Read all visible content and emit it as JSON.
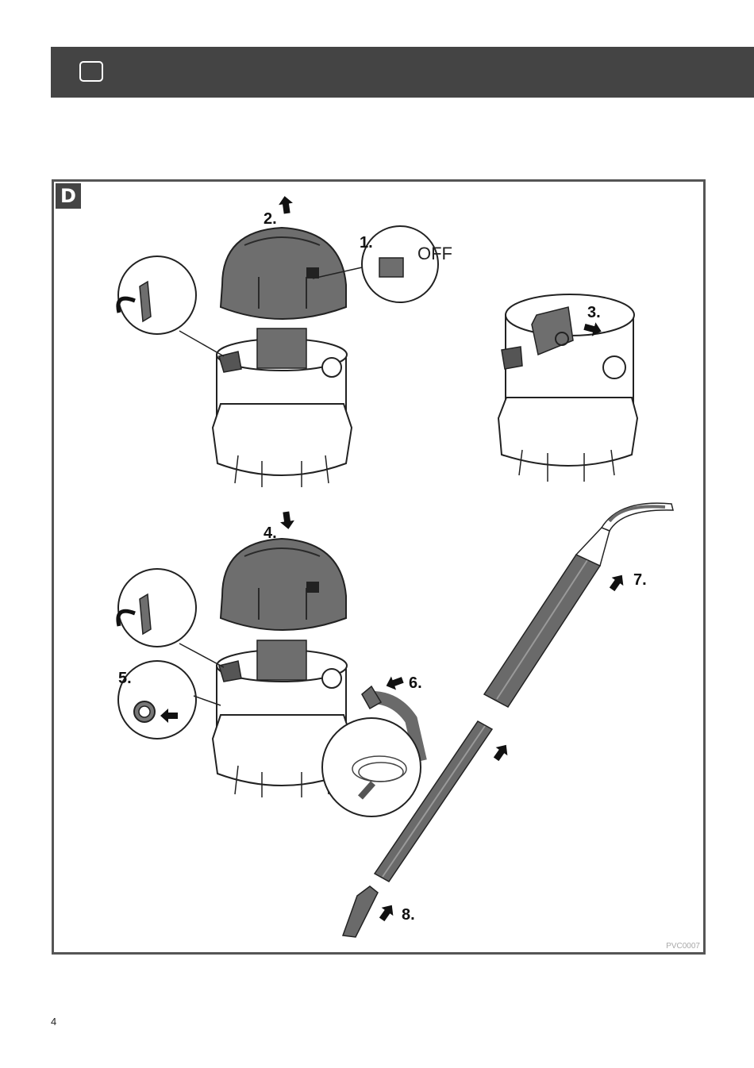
{
  "header": {
    "language_indicator": ""
  },
  "figure": {
    "section_letter": "D",
    "steps": [
      "1.",
      "2.",
      "3.",
      "4.",
      "5.",
      "6.",
      "7.",
      "8."
    ],
    "switch_label": "OFF",
    "reference_code": "PVC0007"
  },
  "footer": {
    "page_number": "4"
  },
  "colors": {
    "header": "#444444",
    "lid": "#6e6e6e",
    "tube": "#6a6a6a",
    "outline": "#222222"
  },
  "icons": [
    "up-arrow-icon",
    "down-arrow-icon",
    "push-arrow-icon",
    "curved-arrow-icon",
    "power-switch-icon"
  ]
}
